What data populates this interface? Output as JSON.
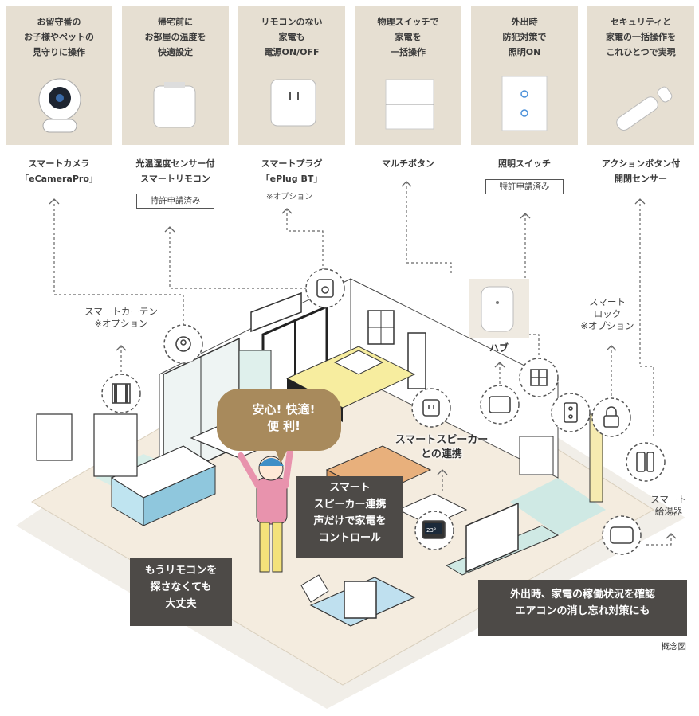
{
  "cards": [
    {
      "desc": "お留守番の\nお子様やペットの\n見守りに操作",
      "name": "スマートカメラ\n「eCameraPro」",
      "icon": "camera-icon"
    },
    {
      "desc": "帰宅前に\nお部屋の温度を\n快適設定",
      "name": "光温湿度センサー付\nスマートリモコン",
      "badge": "特許申請済み",
      "icon": "remote-icon"
    },
    {
      "desc": "リモコンのない\n家電も\n電源ON/OFF",
      "name": "スマートプラグ\n「ePlug BT」",
      "option": "※オプション",
      "icon": "plug-icon"
    },
    {
      "desc": "物理スイッチで\n家電を\n一括操作",
      "name": "マルチボタン",
      "icon": "multi-button-icon"
    },
    {
      "desc": "外出時\n防犯対策で\n照明ON",
      "name": "照明スイッチ",
      "badge": "特許申請済み",
      "icon": "light-switch-icon"
    },
    {
      "desc": "セキュリティと\n家電の一括操作を\nこれひとつで実現",
      "name": "アクションボタン付\n開閉センサー",
      "icon": "open-close-sensor-icon"
    }
  ],
  "labels": {
    "curtain": "スマートカーテン\n※オプション",
    "lock": "スマート\nロック\n※オプション",
    "water_heater": "スマート\n給湯器",
    "hub": "ハブ",
    "speaker": "スマートスピーカー\nとの連携"
  },
  "bubble": "安心! 快適!\n便 利!",
  "boxes": {
    "speaker_box": "スマート\nスピーカー連携\n声だけで家電を\nコントロール",
    "remote_box": "もうリモコンを\n探さなくても\n大丈夫",
    "away_box": "外出時、家電の稼働状況を確認\nエアコンの消し忘れ対策にも"
  },
  "speaker_screen_text": "23°",
  "caption": "概念図",
  "colors": {
    "card_bg": "#e6dfd2",
    "floor": "#f3ecdf",
    "dark_box": "#4d4a47",
    "bubble": "#a88a5c",
    "teal": "#cfe9e4",
    "yellow": "#f6ebb0"
  }
}
